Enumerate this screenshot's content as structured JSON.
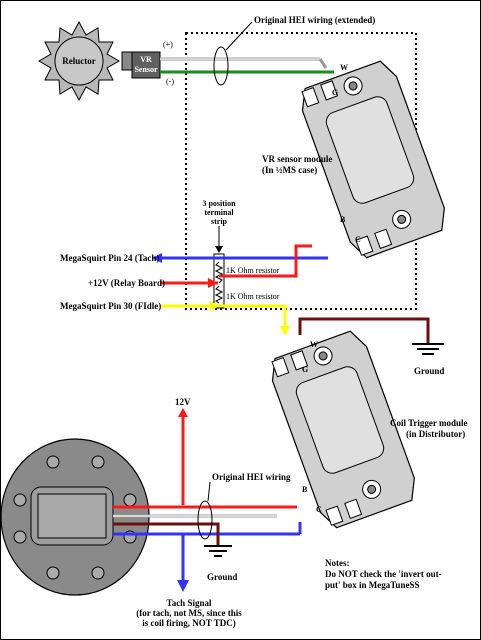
{
  "labels": {
    "reluctor": "Reluctor",
    "vr_sensor_line1": "VR",
    "vr_sensor_line2": "Sensor",
    "plus": "(+)",
    "minus": "(-)",
    "orig_hei_extended": "Original HEI wiring (extended)",
    "vr_module_line1": "VR sensor module",
    "vr_module_line2": "(In ½MS case)",
    "strip_line1": "3 position",
    "strip_line2": "terminal",
    "strip_line3": "strip",
    "ms_pin24": "MegaSquirt Pin 24 (Tach)",
    "plus12_relay": "+12V (Relay Board)",
    "ms_pin30": "MegaSquirt Pin 30 (FIdle)",
    "resistor1": "1K Ohm resistor",
    "resistor2": "1K Ohm resistor",
    "ground_top": "Ground",
    "twelve_v": "12V",
    "coil_module_line1": "Coil Trigger module",
    "coil_module_line2": "(in Distributor)",
    "orig_hei": "Original HEI wiring",
    "ground_bottom": "Ground",
    "notes_line1": "Notes:",
    "notes_line2": "Do NOT check the 'invert out-",
    "notes_line3": "put' box in MegaTuneSS",
    "tach_line1": "Tach Signal",
    "tach_line2": "(for tach, not MS, since this",
    "tach_line3": "is coil firing, NOT TDC)"
  },
  "pins": {
    "vr_w": "W",
    "vr_g": "G",
    "vr_b": "B",
    "vr_c": "C",
    "coil_w": "W",
    "coil_g": "G",
    "coil_b": "B",
    "coil_c": "C"
  },
  "colors": {
    "wire_white": "#d8d8d8",
    "wire_green": "#1a8c1a",
    "wire_blue": "#3333ff",
    "wire_red": "#ff1a1a",
    "wire_yellow": "#ffff00",
    "wire_brown": "#6b0f0f",
    "module_fill": "#d0d0d0",
    "sensor_fill": "#606060"
  }
}
